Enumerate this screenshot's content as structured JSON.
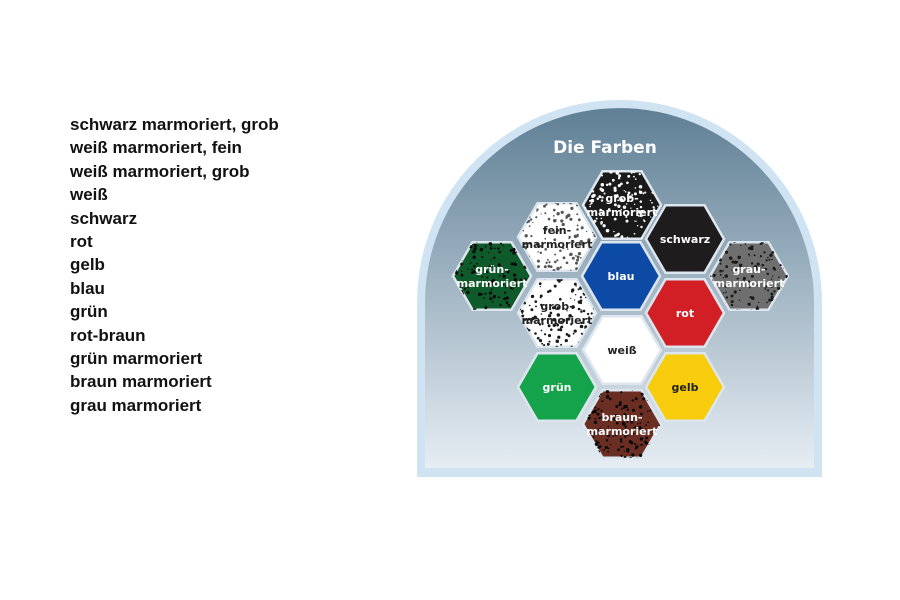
{
  "color_list": [
    "schwarz marmoriert, grob",
    "weiß marmoriert, fein",
    "weiß marmoriert, grob",
    "weiß",
    "schwarz",
    "rot",
    "gelb",
    "blau",
    "grün",
    "rot-braun",
    "grün marmoriert",
    "braun marmoriert",
    "grau marmoriert"
  ],
  "panel": {
    "title": "Die Farben",
    "border_color": "#cfe3f3",
    "gradient_top": "#5f7f95",
    "gradient_bottom": "#e6edf3"
  },
  "swatches": [
    {
      "id": "grob-marmoriert-dark",
      "lines": [
        "grob-",
        "marmoriert"
      ],
      "base": "#1a1a1a",
      "speckle": "#ffffff",
      "text": "#ffffff"
    },
    {
      "id": "fein-marmoriert",
      "lines": [
        "fein-",
        "marmoriert"
      ],
      "base": "#ffffff",
      "speckle": "#555555",
      "text": "#222222"
    },
    {
      "id": "schwarz",
      "lines": [
        "schwarz"
      ],
      "base": "#1e1c1d",
      "speckle": "",
      "text": "#ffffff"
    },
    {
      "id": "gruen-marmoriert",
      "lines": [
        "grün-",
        "marmoriert"
      ],
      "base": "#0f5a2a",
      "speckle": "#0a0a0a",
      "text": "#ffffff"
    },
    {
      "id": "blau",
      "lines": [
        "blau"
      ],
      "base": "#0d4aa6",
      "speckle": "",
      "text": "#ffffff"
    },
    {
      "id": "grau-marmoriert",
      "lines": [
        "grau-",
        "marmoriert"
      ],
      "base": "#6f6f6f",
      "speckle": "#1a1a1a",
      "text": "#ffffff"
    },
    {
      "id": "grob-marmoriert-light",
      "lines": [
        "grob-",
        "marmoriert"
      ],
      "base": "#ffffff",
      "speckle": "#1a1a1a",
      "text": "#222222"
    },
    {
      "id": "rot",
      "lines": [
        "rot"
      ],
      "base": "#d11f25",
      "speckle": "",
      "text": "#ffffff"
    },
    {
      "id": "weiss",
      "lines": [
        "weiß"
      ],
      "base": "#ffffff",
      "speckle": "",
      "text": "#222222"
    },
    {
      "id": "gruen",
      "lines": [
        "grün"
      ],
      "base": "#14a24a",
      "speckle": "",
      "text": "#ffffff"
    },
    {
      "id": "gelb",
      "lines": [
        "gelb"
      ],
      "base": "#f7cc0c",
      "speckle": "",
      "text": "#222222"
    },
    {
      "id": "braun-marmoriert",
      "lines": [
        "braun-",
        "marmoriert"
      ],
      "base": "#6b2e22",
      "speckle": "#0a0a0a",
      "text": "#ffffff"
    }
  ]
}
